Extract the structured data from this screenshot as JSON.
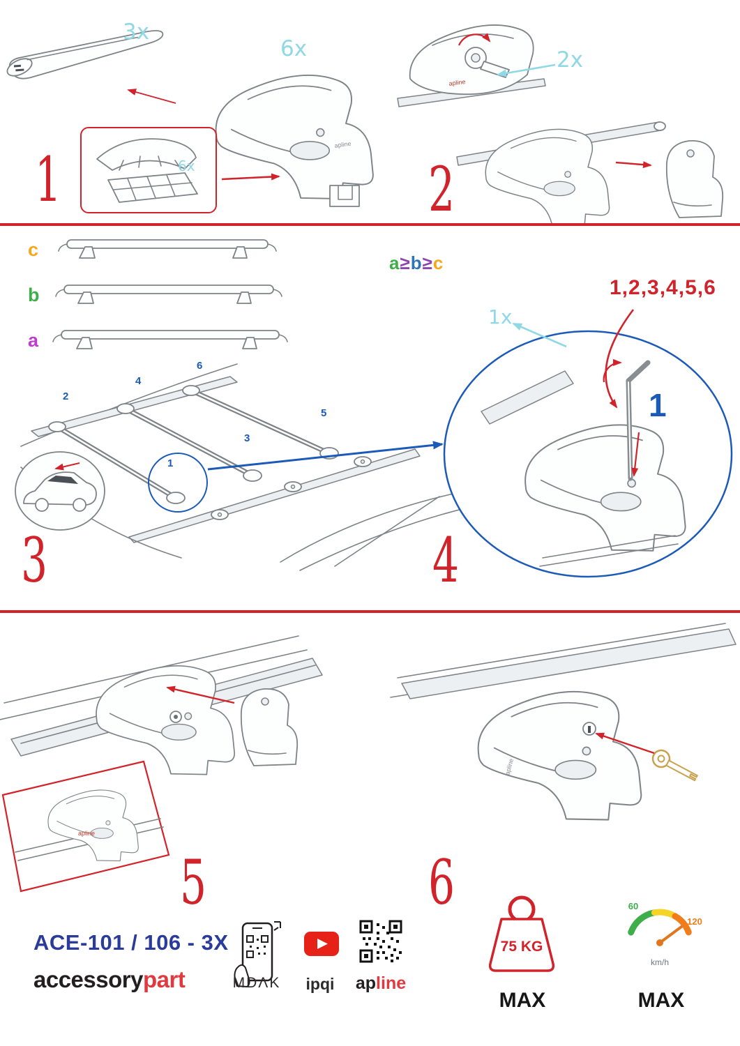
{
  "colors": {
    "accent_red": "#d2232a",
    "qty_cyan": "#8fd8e4",
    "step_blue": "#1b5ab8",
    "label_green": "#3dae49",
    "label_purple": "#c13ad1",
    "label_orange": "#f5a81c",
    "brand_dark": "#231f20",
    "brand_red": "#e03a3e",
    "model_blue": "#2a3b9a"
  },
  "step1": {
    "number": "1",
    "bar_qty": "3x",
    "clamp_qty": "6x",
    "pad_qty": "6x"
  },
  "step2": {
    "number": "2",
    "key_qty": "2x"
  },
  "step3": {
    "number": "3",
    "label_a": "a",
    "label_b": "b",
    "label_c": "c",
    "ineq_1": "a",
    "ineq_2": "≥",
    "ineq_3": "b",
    "ineq_4": "≥",
    "ineq_5": "c",
    "roof_numbers": [
      "1",
      "2",
      "3",
      "4",
      "5",
      "6"
    ]
  },
  "step4": {
    "number": "4",
    "sequence": "1,2,3,4,5,6",
    "tool_qty": "1x",
    "callout_number": "1"
  },
  "step5": {
    "number": "5"
  },
  "step6": {
    "number": "6"
  },
  "branding": {
    "clamp_logo": "apline"
  },
  "footer": {
    "model": "ACE-101 / 106 - 3X",
    "brand_black": "accessory",
    "brand_red": "part",
    "mdak": "MDΛK",
    "ipqi": "ipqi",
    "apline_black": "ap",
    "apline_red": "line",
    "weight_value": "75 KG",
    "weight_max": "MAX",
    "speed_low": "60",
    "speed_high": "120",
    "speed_unit": "km/h",
    "speed_max": "MAX"
  }
}
